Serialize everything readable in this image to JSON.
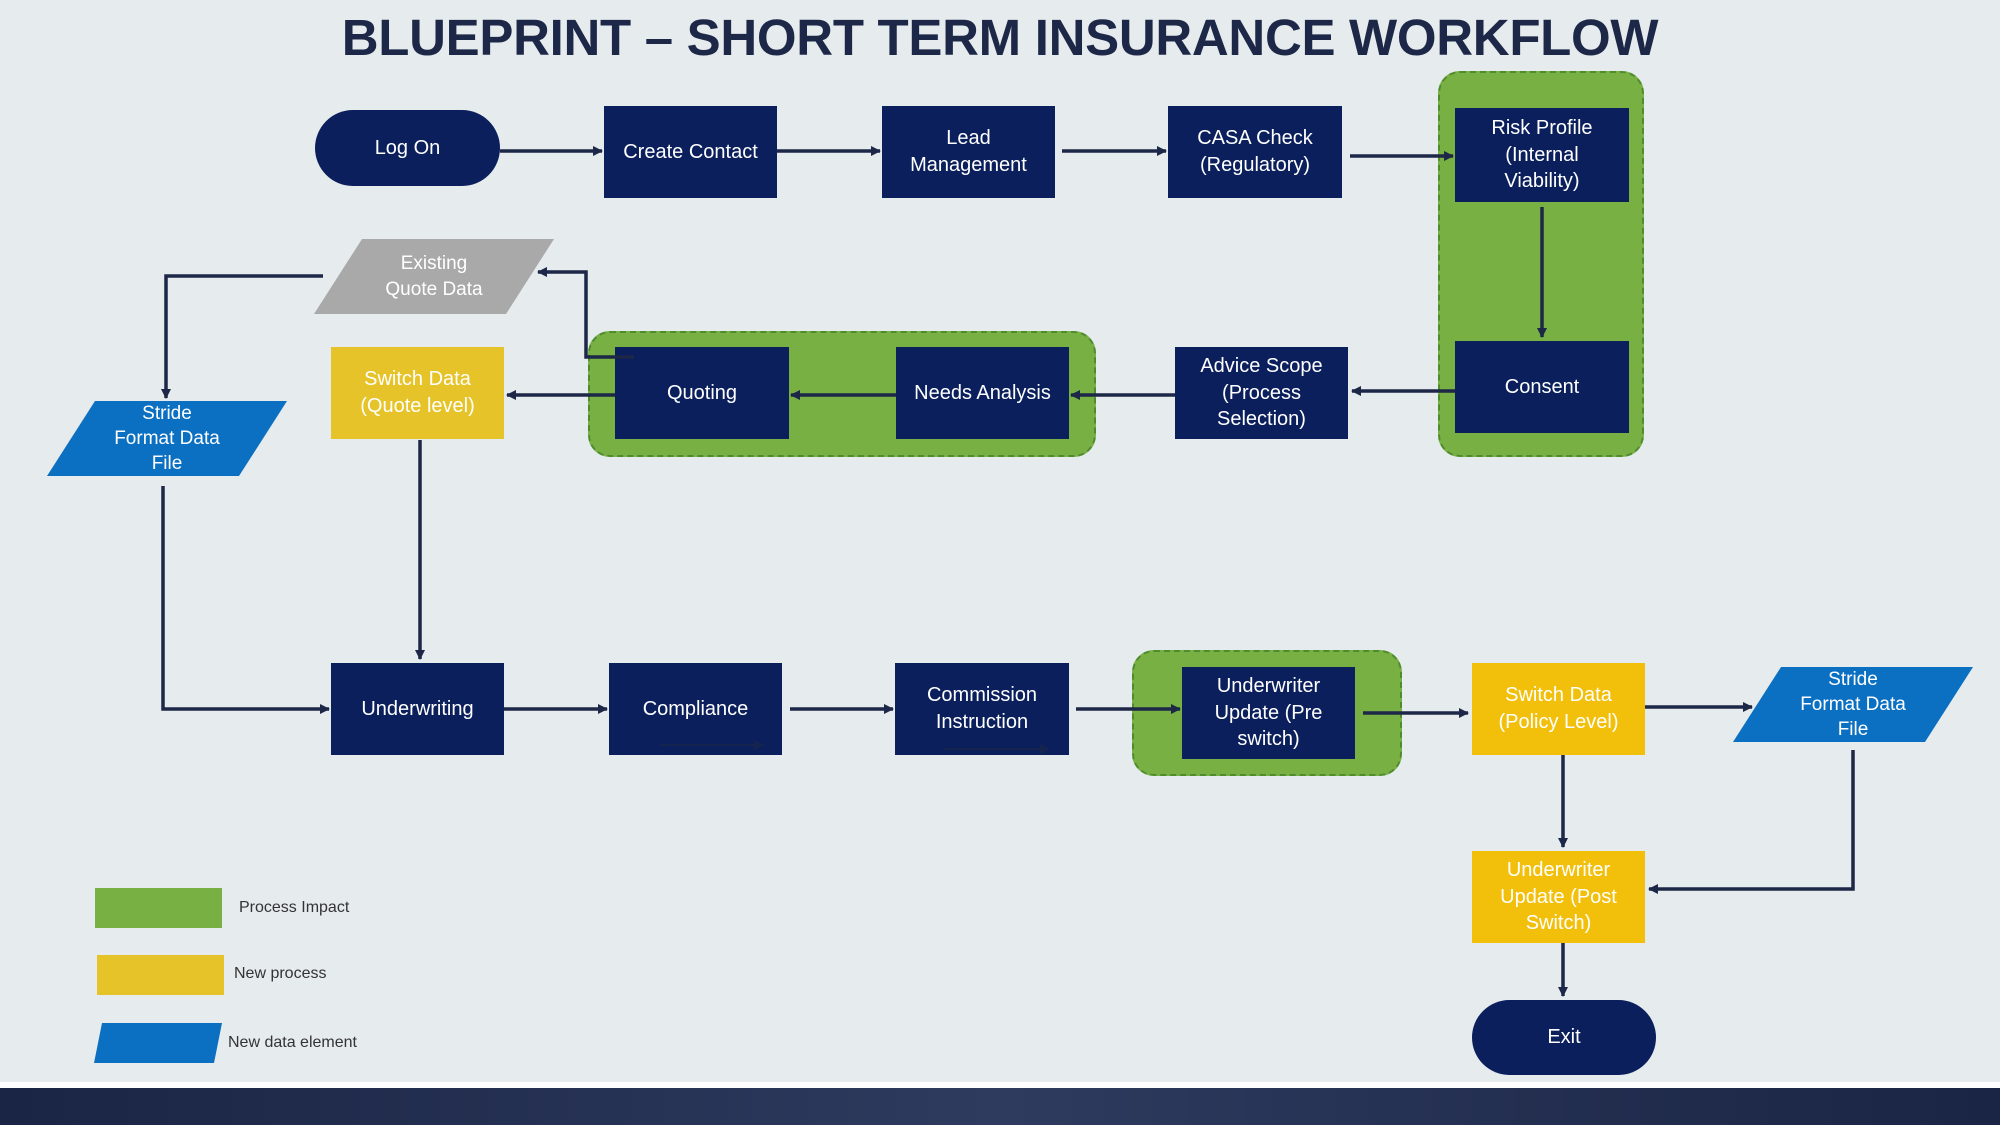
{
  "title": "BLUEPRINT – SHORT TERM INSURANCE WORKFLOW",
  "nodes": {
    "log_on": "Log On",
    "create_contact": "Create Contact",
    "lead_management": "Lead\nManagement",
    "casa_check": "CASA Check\n(Regulatory)",
    "risk_profile": "Risk Profile\n(Internal\nViability)",
    "consent": "Consent",
    "advice_scope": "Advice Scope\n(Process\nSelection)",
    "needs_analysis": "Needs Analysis",
    "quoting": "Quoting",
    "existing_quote_data": "Existing\nQuote Data",
    "switch_data_quote": "Switch Data\n(Quote level)",
    "stride_file_left": "Stride\nFormat Data\nFile",
    "underwriting": "Underwriting",
    "compliance": "Compliance",
    "commission_instruction": "Commission\nInstruction",
    "underwriter_update_pre": "Underwriter\nUpdate (Pre\nswitch)",
    "switch_data_policy": "Switch Data\n(Policy Level)",
    "stride_file_right": "Stride\nFormat Data\nFile",
    "underwriter_update_post": "Underwriter\nUpdate (Post\nSwitch)",
    "exit": "Exit"
  },
  "legend": {
    "process_impact": "Process Impact",
    "new_process": "New process",
    "new_data_element": "New data element"
  },
  "colors": {
    "navy": "#0a1f5c",
    "green": "#78b043",
    "yellow": "#f2bf0a",
    "blue": "#0b6fc2",
    "gray": "#a9a9a9",
    "arrow": "#1d2747"
  }
}
